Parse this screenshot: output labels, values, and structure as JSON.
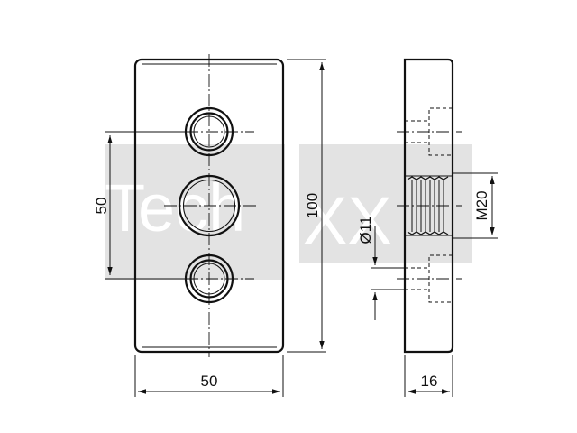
{
  "drawing": {
    "dimensions": {
      "plate_width": "50",
      "plate_height": "100",
      "hole_spacing": "50",
      "side_thickness": "16",
      "thread": "M20",
      "hole_diameter": "Ø11"
    },
    "watermark": {
      "text_left": "Tech",
      "text_right": "XX"
    }
  }
}
